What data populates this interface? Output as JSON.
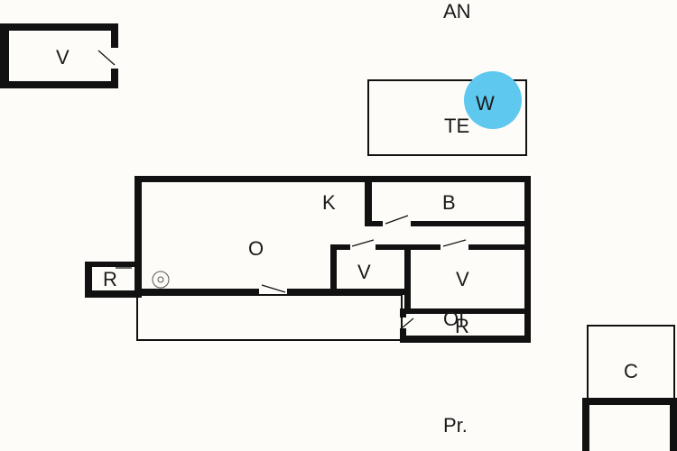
{
  "floorplan": {
    "labels": {
      "compass": "AN",
      "shed_v": "V",
      "wc_marker": "W",
      "terrace": "TE",
      "kitchen": "K",
      "bath": "B",
      "living": "O",
      "room_r_left": "R",
      "bedroom_1": "V",
      "bedroom_2": "V",
      "utility_ol": "OI",
      "utility_r": "R",
      "carport": "C",
      "parking": "Pr."
    },
    "colors": {
      "wall": "#111111",
      "background": "#fdfcf8",
      "wc_marker": "#5ec8ef"
    },
    "icons": [
      "door-icon",
      "stove-icon"
    ]
  }
}
